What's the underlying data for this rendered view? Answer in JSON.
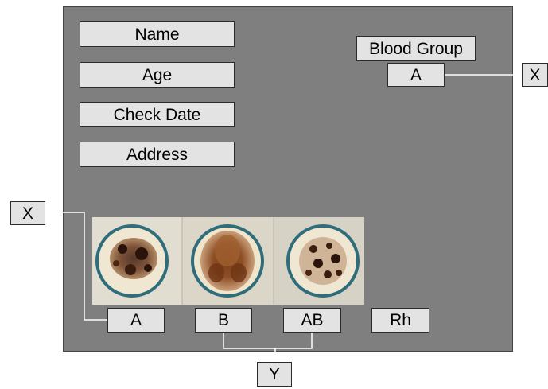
{
  "form": {
    "name_label": "Name",
    "age_label": "Age",
    "check_date_label": "Check Date",
    "address_label": "Address"
  },
  "blood_group": {
    "title": "Blood Group",
    "value": "A",
    "callout": "X"
  },
  "test_labels": {
    "a": "A",
    "b": "B",
    "ab": "AB",
    "rh": "Rh"
  },
  "callouts": {
    "left": "X",
    "bottom": "Y"
  },
  "colors": {
    "panel": "#7f7f7f",
    "label_fill": "#e3e3e3",
    "dish_ring": "#2f6d7a",
    "stain": "#5a2e16"
  }
}
